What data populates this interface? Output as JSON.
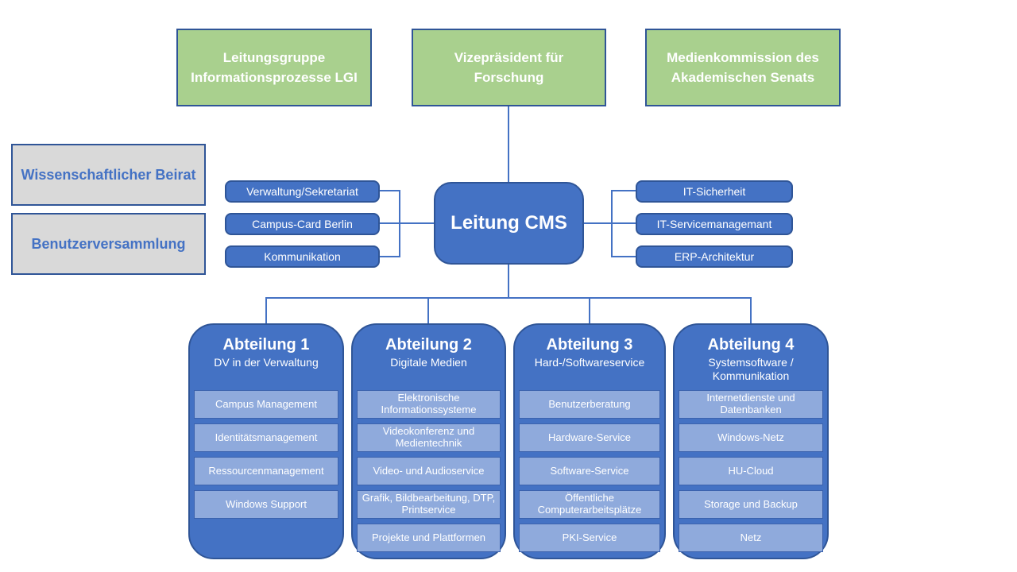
{
  "colors": {
    "green": "#a9d08e",
    "blue": "#4472c4",
    "light_blue": "#8faadc",
    "gray": "#d9d9d9",
    "border_dark": "#2f5597",
    "line": "#4472c4"
  },
  "top_boards": [
    {
      "label": "Leitungsgruppe Informationsprozesse  LGI"
    },
    {
      "label": "Vizepräsident  für Forschung"
    },
    {
      "label": "Medienkommission  des Akademischen Senats"
    }
  ],
  "advisory_boards": [
    {
      "label": "Wissenschaftlicher  Beirat"
    },
    {
      "label": "Benutzerversammlung"
    }
  ],
  "center": {
    "label": "Leitung CMS"
  },
  "left_units": [
    {
      "label": "Verwaltung/Sekretariat"
    },
    {
      "label": "Campus-Card Berlin"
    },
    {
      "label": "Kommunikation"
    }
  ],
  "right_units": [
    {
      "label": "IT-Sicherheit"
    },
    {
      "label": "IT-Servicemanagemant"
    },
    {
      "label": "ERP-Architektur"
    }
  ],
  "departments": [
    {
      "title": "Abteilung 1",
      "subtitle": "DV in der Verwaltung",
      "items": [
        "Campus Management",
        "Identitätsmanagement",
        "Ressourcenmanagement",
        "Windows Support"
      ]
    },
    {
      "title": "Abteilung 2",
      "subtitle": "Digitale Medien",
      "items": [
        "Elektronische Informationssysteme",
        "Videokonferenz und Medientechnik",
        "Video- und Audioservice",
        "Grafik, Bildbearbeitung, DTP, Printservice",
        "Projekte und Plattformen"
      ]
    },
    {
      "title": "Abteilung 3",
      "subtitle": "Hard-/Softwareservice",
      "items": [
        "Benutzerberatung",
        "Hardware-Service",
        "Software-Service",
        "Öffentliche Computerarbeitsplätze",
        "PKI-Service"
      ]
    },
    {
      "title": "Abteilung 4",
      "subtitle": "Systemsoftware / Kommunikation",
      "items": [
        "Internetdienste und Datenbanken",
        "Windows-Netz",
        "HU-Cloud",
        "Storage und Backup",
        "Netz"
      ]
    }
  ]
}
